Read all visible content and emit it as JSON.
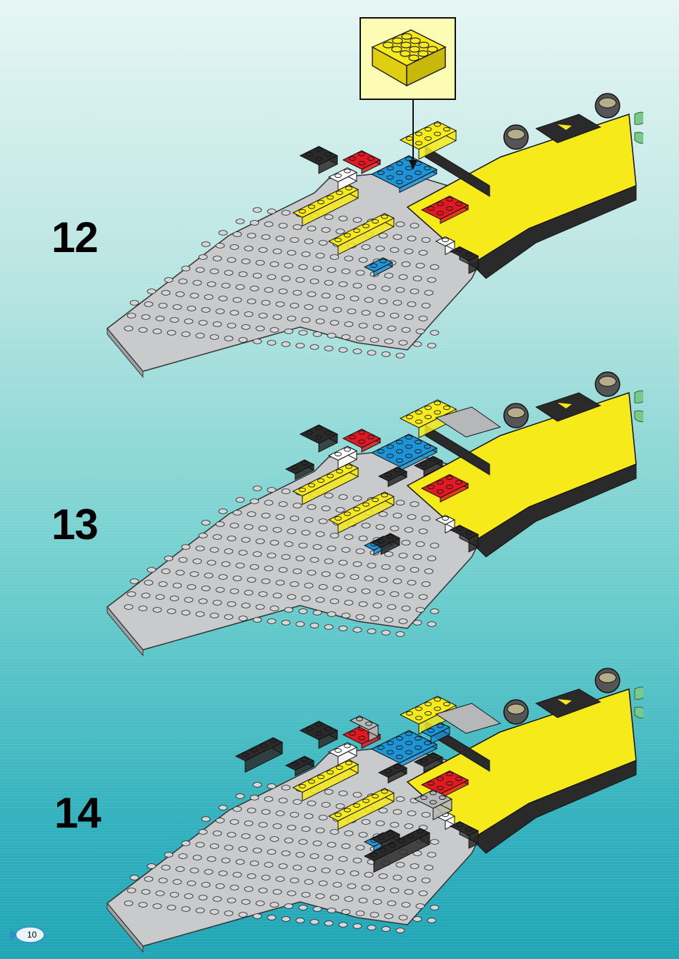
{
  "page": {
    "number": "10"
  },
  "steps": [
    {
      "label": "12"
    },
    {
      "label": "13"
    },
    {
      "label": "14"
    }
  ],
  "callout": {
    "part": "yellow-2x4-brick"
  },
  "colors": {
    "baseplate": "#c8cacb",
    "yellow": "#f7ea1a",
    "black": "#2a2a2a",
    "blue": "#1d94d6",
    "red": "#e01a22",
    "white": "#ffffff",
    "green": "#79c98a"
  },
  "icons": {
    "page_badge": "fish-icon",
    "arrow": "arrow-down-icon"
  }
}
